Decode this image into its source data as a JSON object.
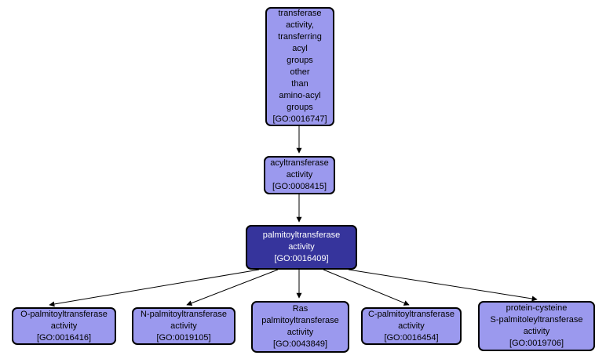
{
  "diagram": {
    "type": "go-term-graph",
    "colors": {
      "background": "#ffffff",
      "node_fill": "#9b99ee",
      "highlight_fill": "#36349c",
      "border": "#000000",
      "edge": "#000000"
    },
    "nodes": [
      {
        "go_id": "GO:0016747",
        "highlighted": false,
        "label": "transferase\nactivity,\ntransferring\nacyl\ngroups\nother\nthan\namino-acyl\ngroups\n[GO:0016747]"
      },
      {
        "go_id": "GO:0008415",
        "highlighted": false,
        "label": "acyltransferase\nactivity\n[GO:0008415]"
      },
      {
        "go_id": "GO:0016409",
        "highlighted": true,
        "label": "palmitoyltransferase\nactivity\n[GO:0016409]"
      },
      {
        "go_id": "GO:0016416",
        "highlighted": false,
        "label": "O-palmitoyltransferase\nactivity\n[GO:0016416]"
      },
      {
        "go_id": "GO:0019105",
        "highlighted": false,
        "label": "N-palmitoyltransferase\nactivity\n[GO:0019105]"
      },
      {
        "go_id": "GO:0043849",
        "highlighted": false,
        "label": "Ras\npalmitoyltransferase\nactivity\n[GO:0043849]"
      },
      {
        "go_id": "GO:0016454",
        "highlighted": false,
        "label": "C-palmitoyltransferase\nactivity\n[GO:0016454]"
      },
      {
        "go_id": "GO:0019706",
        "highlighted": false,
        "label": "protein-cysteine\nS-palmitoleyltransferase\nactivity\n[GO:0019706]"
      }
    ],
    "edges": [
      {
        "from": "GO:0016747",
        "to": "GO:0008415"
      },
      {
        "from": "GO:0008415",
        "to": "GO:0016409"
      },
      {
        "from": "GO:0016409",
        "to": "GO:0016416"
      },
      {
        "from": "GO:0016409",
        "to": "GO:0019105"
      },
      {
        "from": "GO:0016409",
        "to": "GO:0043849"
      },
      {
        "from": "GO:0016409",
        "to": "GO:0016454"
      },
      {
        "from": "GO:0016409",
        "to": "GO:0019706"
      }
    ]
  }
}
